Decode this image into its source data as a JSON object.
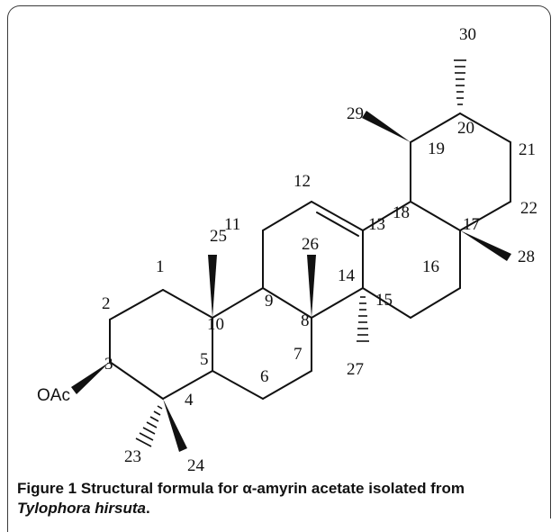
{
  "figure": {
    "label": "Figure 1",
    "caption_text": "Structural formula for α-amyrin acetate isolated from",
    "caption_species": "Tylophora hirsuta",
    "caption_end": "."
  },
  "molecule": {
    "substituent": "OAc",
    "numbers": {
      "n1": "1",
      "n2": "2",
      "n3": "3",
      "n4": "4",
      "n5": "5",
      "n6": "6",
      "n7": "7",
      "n8": "8",
      "n9": "9",
      "n10": "10",
      "n11": "11",
      "n12": "12",
      "n13": "13",
      "n14": "14",
      "n15": "15",
      "n16": "16",
      "n17": "17",
      "n18": "18",
      "n19": "19",
      "n20": "20",
      "n21": "21",
      "n22": "22",
      "n23": "23",
      "n24": "24",
      "n25": "25",
      "n26": "26",
      "n27": "27",
      "n28": "28",
      "n29": "29",
      "n30": "30"
    }
  }
}
